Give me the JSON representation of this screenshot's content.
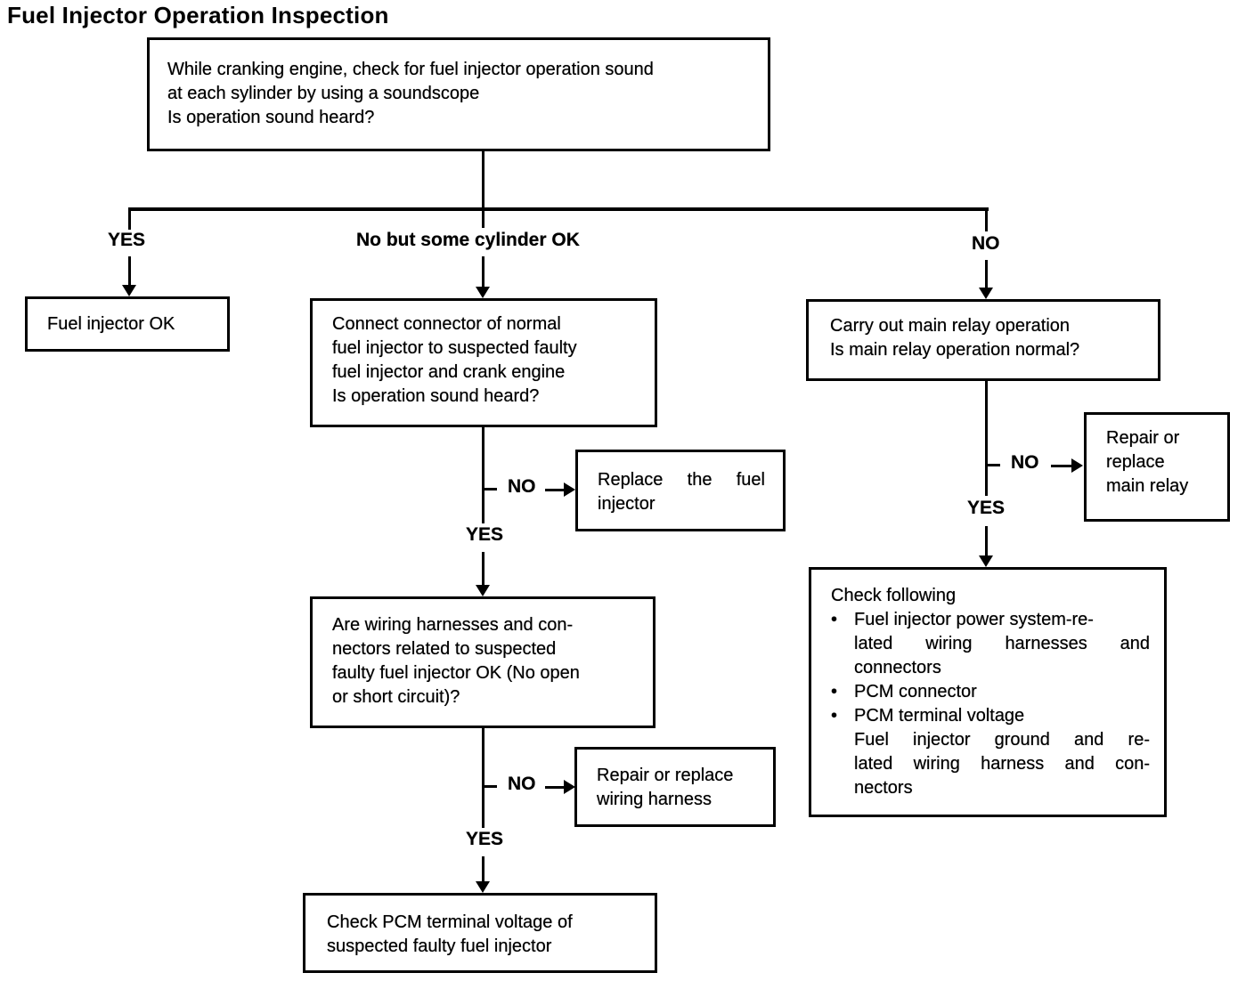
{
  "title": "Fuel Injector Operation Inspection",
  "ui": {
    "bullet": "•"
  },
  "labels": {
    "branch_yes": "YES",
    "branch_no_some": "No but some cylinder OK",
    "branch_no": "NO",
    "no_to_replace_injector": "NO",
    "yes_to_wiring": "YES",
    "no_to_repair_wiring": "NO",
    "yes_to_check_pcm": "YES",
    "no_to_repair_relay": "NO",
    "yes_to_check_following": "YES"
  },
  "boxes": {
    "start": {
      "lines": [
        "While cranking engine, check for fuel injector operation sound",
        "at each sylinder by using a soundscope",
        "Is operation sound heard?"
      ]
    },
    "fuel_injector_ok": {
      "lines": [
        "Fuel injector OK"
      ]
    },
    "connect_normal": {
      "lines": [
        "Connect connector of normal",
        "fuel injector to suspected faulty",
        "fuel injector and crank engine",
        "Is operation sound heard?"
      ]
    },
    "replace_injector": {
      "lines": [
        "Replace the fuel",
        "injector"
      ]
    },
    "wiring_ok": {
      "lines": [
        "Are wiring harnesses and con-",
        "nectors related to suspected",
        "faulty fuel injector OK (No open",
        "or short circuit)?"
      ]
    },
    "repair_wiring": {
      "lines": [
        "Repair or replace",
        "wiring harness"
      ]
    },
    "check_pcm": {
      "lines": [
        "Check PCM terminal voltage of",
        "suspected faulty fuel injector"
      ]
    },
    "main_relay": {
      "lines": [
        "Carry out main relay operation",
        "Is main relay operation normal?"
      ]
    },
    "repair_main_relay": {
      "lines": [
        "Repair or",
        "replace",
        "main relay"
      ]
    },
    "check_following": {
      "header": "Check following",
      "items": [
        {
          "lines": [
            "Fuel injector power system-re-",
            "lated wiring harnesses and",
            "connectors"
          ]
        },
        {
          "lines": [
            "PCM connector"
          ]
        },
        {
          "lines": [
            "PCM terminal voltage",
            "Fuel injector ground and re-",
            "lated wiring harness and con-",
            "nectors"
          ]
        }
      ]
    }
  }
}
